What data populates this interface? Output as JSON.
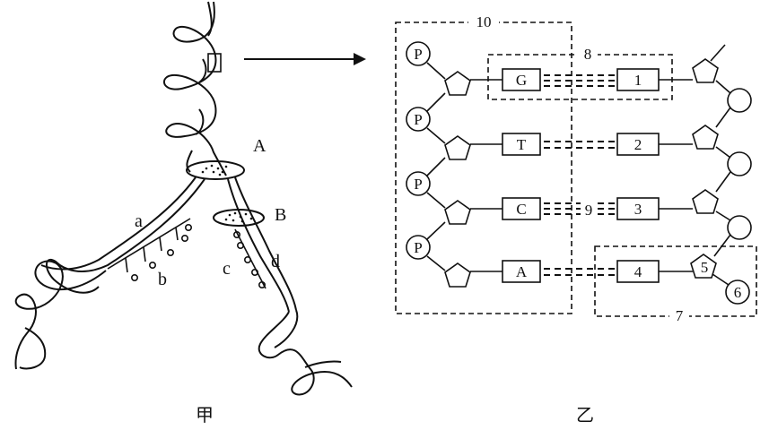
{
  "left_panel": {
    "caption": "甲",
    "labels": {
      "A": "A",
      "B": "B",
      "a": "a",
      "b": "b",
      "c": "c",
      "d": "d"
    }
  },
  "right_panel": {
    "caption": "乙",
    "phosphate_label": "P",
    "bases_left": [
      "G",
      "T",
      "C",
      "A"
    ],
    "bases_right": [
      "1",
      "2",
      "3",
      "4"
    ],
    "numbers": {
      "n5": "5",
      "n6": "6",
      "n7": "7",
      "n8": "8",
      "n9": "9",
      "n10": "10"
    }
  }
}
